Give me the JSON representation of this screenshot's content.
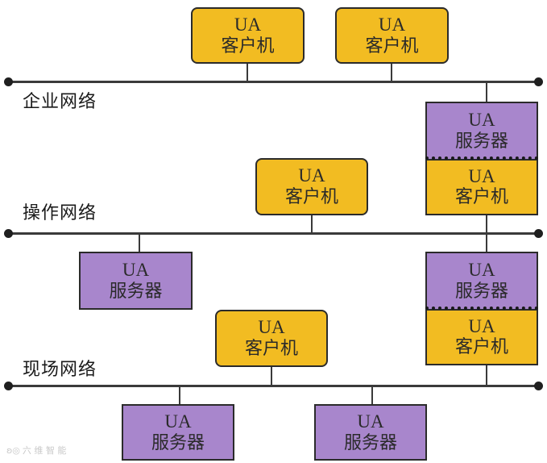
{
  "networks": {
    "enterprise": "企业网络",
    "operation": "操作网络",
    "field": "现场网络"
  },
  "node_types": {
    "client": {
      "line1": "UA",
      "line2": "客户机",
      "color": "#f2bc22"
    },
    "server": {
      "line1": "UA",
      "line2": "服务器",
      "color": "#a886cc"
    }
  },
  "watermark": "六 维 智 能"
}
